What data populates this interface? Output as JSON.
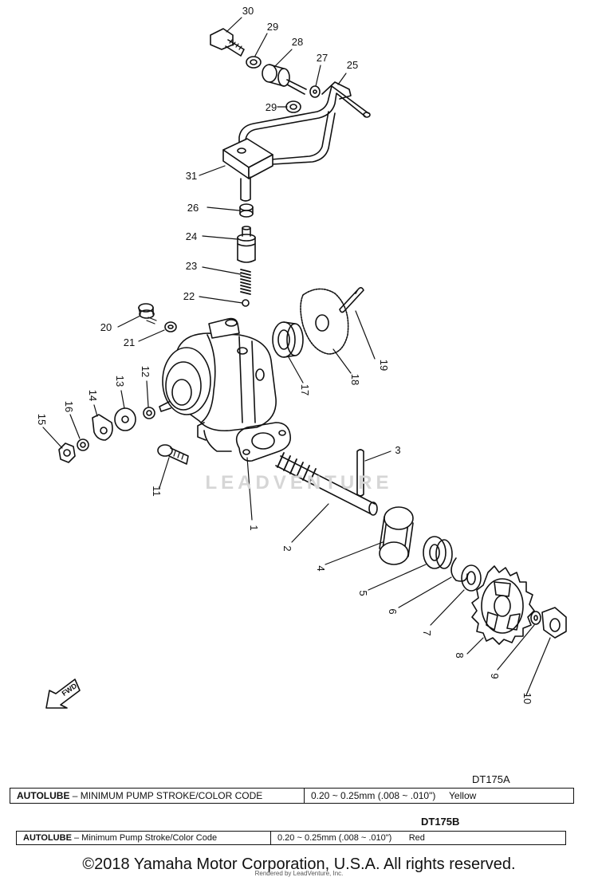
{
  "callouts": [
    {
      "label": "30"
    },
    {
      "label": "29"
    },
    {
      "label": "28"
    },
    {
      "label": "27"
    },
    {
      "label": "25"
    },
    {
      "label": "29"
    },
    {
      "label": "31"
    },
    {
      "label": "26"
    },
    {
      "label": "24"
    },
    {
      "label": "23"
    },
    {
      "label": "22"
    },
    {
      "label": "20"
    },
    {
      "label": "21"
    },
    {
      "label": "19"
    },
    {
      "label": "18"
    },
    {
      "label": "17"
    },
    {
      "label": "12"
    },
    {
      "label": "13"
    },
    {
      "label": "14"
    },
    {
      "label": "16"
    },
    {
      "label": "15"
    },
    {
      "label": "11"
    },
    {
      "label": "1"
    },
    {
      "label": "3"
    },
    {
      "label": "2"
    },
    {
      "label": "4"
    },
    {
      "label": "5"
    },
    {
      "label": "6"
    },
    {
      "label": "7"
    },
    {
      "label": "8"
    },
    {
      "label": "9"
    },
    {
      "label": "10"
    }
  ],
  "fwd_label": "FWD",
  "watermark": "LEADVENTURE",
  "specs": [
    {
      "model": "DT175A",
      "name": "AUTOLUBE",
      "description": "– MINIMUM PUMP STROKE/COLOR CODE",
      "value": "0.20 ~ 0.25mm (.008 ~ .010\")",
      "color_code": "Yellow"
    },
    {
      "model": "DT175B",
      "name": "AUTOLUBE",
      "description": "– Minimum Pump Stroke/Color Code",
      "value": "0.20 ~ 0.25mm (.008 ~ .010\")",
      "color_code": "Red"
    }
  ],
  "copyright": "©2018 Yamaha Motor Corporation, U.S.A. All rights reserved.",
  "rendered_by": "Rendered by LeadVenture, Inc."
}
